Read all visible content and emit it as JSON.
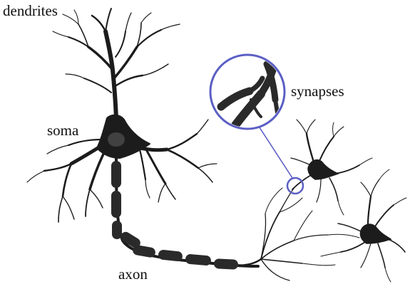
{
  "labels": {
    "dendrites": "dendrites",
    "soma": "soma",
    "synapses": "synapses",
    "axon": "axon"
  },
  "colors": {
    "background": "#ffffff",
    "neuron": "#1c1c1c",
    "myelin": "#2a2a2a",
    "magnifier": "#5b5fc4",
    "text": "#111111"
  }
}
